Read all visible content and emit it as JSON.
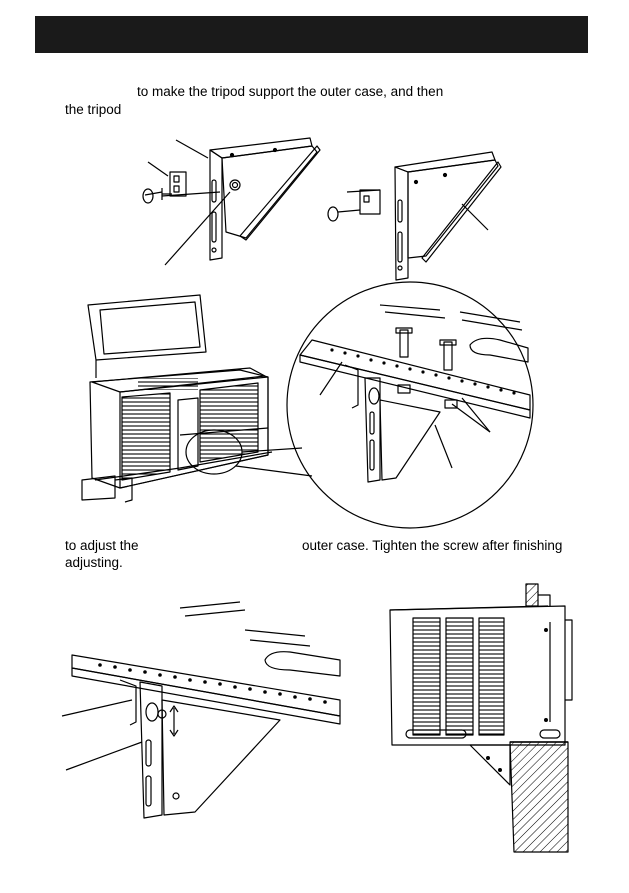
{
  "header": {
    "title": ""
  },
  "step1": {
    "line1": "to make the tripod support the outer case, and then",
    "line2": "the tripod"
  },
  "step2": {
    "left": "to adjust the",
    "right": "outer case. Tighten the screw after finishing",
    "line2": "adjusting."
  },
  "colors": {
    "header_bar": "#1a1a1a",
    "ink": "#000000",
    "hatch_fill": "#ffffff"
  }
}
